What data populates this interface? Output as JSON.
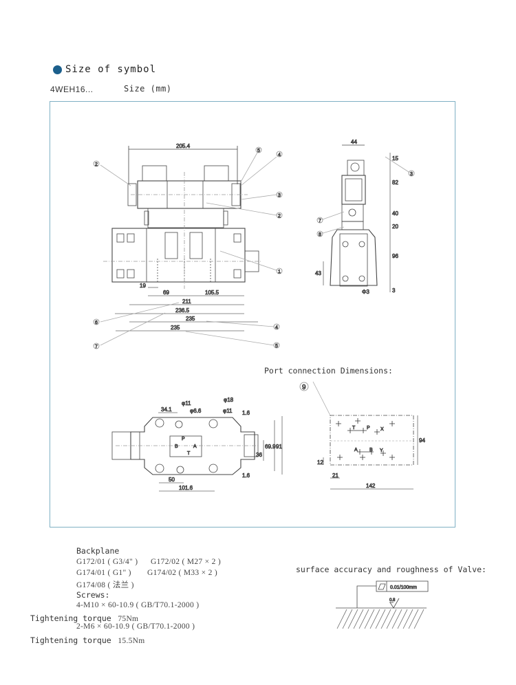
{
  "section_title": "Size of  symbol",
  "model": "4WEH16...",
  "size_label": "Size (mm)",
  "front_view": {
    "dims": [
      "205.4",
      "19",
      "69",
      "105.5",
      "211",
      "236.5",
      "235",
      "235"
    ],
    "callouts": [
      "2",
      "5",
      "4",
      "3",
      "2",
      "1",
      "6",
      "4",
      "7",
      "5"
    ]
  },
  "side_view": {
    "dims": [
      "44",
      "15",
      "82",
      "40",
      "20",
      "96",
      "3",
      "43",
      "Φ3"
    ],
    "callouts": [
      "3",
      "7",
      "8"
    ]
  },
  "port_title": "Port connection Dimensions:",
  "port_view": {
    "callout": "9",
    "ports": [
      "T",
      "P",
      "X",
      "A",
      "B",
      "Y"
    ],
    "dims": [
      "94",
      "12",
      "21",
      "142"
    ]
  },
  "bottom_view": {
    "dims": [
      "34.1",
      "φ11",
      "φ6.6",
      "φ18",
      "φ11",
      "1.6",
      "69.9",
      "91",
      "36",
      "1.6",
      "50",
      "101.6"
    ],
    "ports": [
      "P",
      "B",
      "A",
      "T"
    ]
  },
  "notes": {
    "backplane_title": "Backplane",
    "backplane_lines": [
      "G172/01 ( G3/4\" )",
      "G172/02 ( M27 × 2 )",
      "G174/01 ( G1\" )",
      "G174/02 ( M33 × 2 )",
      "G174/08 ( 法兰 )"
    ],
    "screws_title": "Screws:",
    "screw1": "4-M10 × 60-10.9 ( GB/T70.1-2000 )",
    "torque_label": "Tightening torque",
    "torque1": "75Nm",
    "screw2": "2-M6 × 60-10.9 ( GB/T70.1-2000 )",
    "torque2": "15.5Nm"
  },
  "surface": {
    "title": "surface accuracy and roughness of Valve:",
    "flatness": "0.01/100mm",
    "roughness": "0.8"
  },
  "colors": {
    "bullet": "#1b5f8c",
    "frame": "#7fb0c4"
  }
}
